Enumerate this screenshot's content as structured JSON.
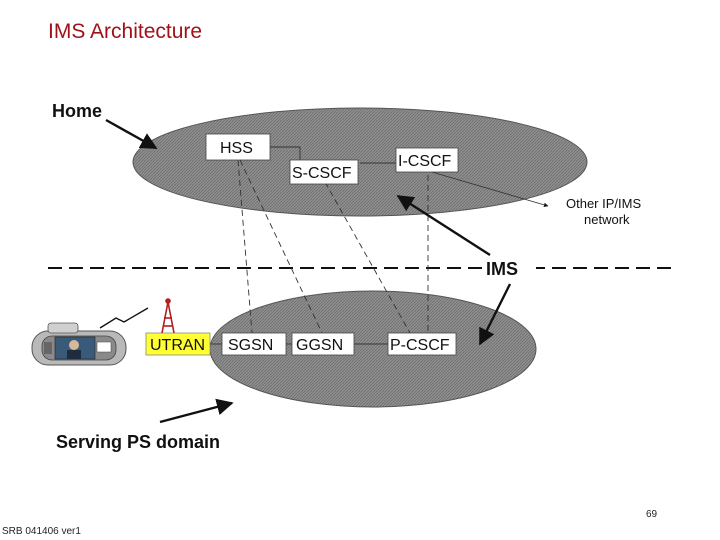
{
  "title": "IMS Architecture",
  "labels": {
    "home": "Home",
    "serving": "Serving PS domain",
    "ims": "IMS",
    "other_line1": "Other IP/IMS",
    "other_line2": "network"
  },
  "nodes": {
    "hss": "HSS",
    "scscf": "S-CSCF",
    "icscf": "I-CSCF",
    "utran": "UTRAN",
    "sgsn": "SGSN",
    "ggsn": "GGSN",
    "pcscf": "P-CSCF"
  },
  "footer": {
    "code": "SRB 041406 ver1",
    "page": "69"
  },
  "colors": {
    "title": "#a0121a",
    "ellipse": "#8c8c8c",
    "utran_fill": "#ffff33",
    "ims_fill": "#ffffff"
  }
}
